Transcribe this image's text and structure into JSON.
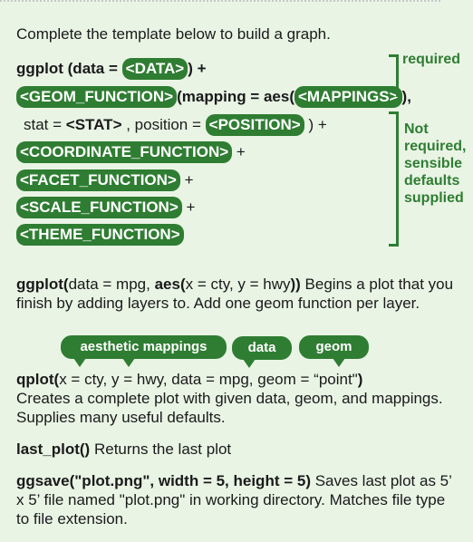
{
  "intro": "Complete the template below to build a graph.",
  "template": {
    "l1_a": "ggplot (data = ",
    "l1_pill": "<DATA>",
    "l1_b": ") +",
    "l2_pill1": "<GEOM_FUNCTION>",
    "l2_a": "(mapping = aes(",
    "l2_pill2": "<MAPPINGS>",
    "l2_b": "),",
    "l3_a": "stat = ",
    "l3_stat": "<STAT>",
    "l3_b": " , position = ",
    "l3_pill": "<POSITION>",
    "l3_c": " ) +",
    "l4_pill": "<COORDINATE_FUNCTION>",
    "l4_a": " +",
    "l5_pill": "<FACET_FUNCTION>",
    "l5_a": " +",
    "l6_pill": "<SCALE_FUNCTION>",
    "l6_a": " +",
    "l7_pill": "<THEME_FUNCTION>"
  },
  "labels": {
    "required": "required",
    "not_required_1": "Not",
    "not_required_2": "required,",
    "not_required_3": "sensible",
    "not_required_4": "defaults",
    "not_required_5": "supplied"
  },
  "ggplot_desc": {
    "code_a": "ggplot(",
    "code_b": "data = mpg, ",
    "code_c": "aes(",
    "code_d": "x = cty, y = hwy",
    "code_e": "))",
    "text": " Begins a plot that you finish by adding layers to. Add one geom function per layer."
  },
  "bubbles": {
    "aes": "aesthetic mappings",
    "data": "data",
    "geom": "geom"
  },
  "qplot": {
    "code_a": "qplot(",
    "code_b": "x = cty, y = hwy, data = mpg, geom = “point\"",
    "code_c": ")",
    "text": "Creates a complete plot with given data, geom, and mappings. Supplies many useful defaults."
  },
  "last_plot": {
    "code": "last_plot()",
    "text": " Returns the last plot"
  },
  "ggsave": {
    "code": "ggsave(\"plot.png\", width = 5, height = 5)",
    "text": " Saves last plot as 5’ x 5’ file named \"plot.png\" in working directory. Matches file type to file extension."
  }
}
